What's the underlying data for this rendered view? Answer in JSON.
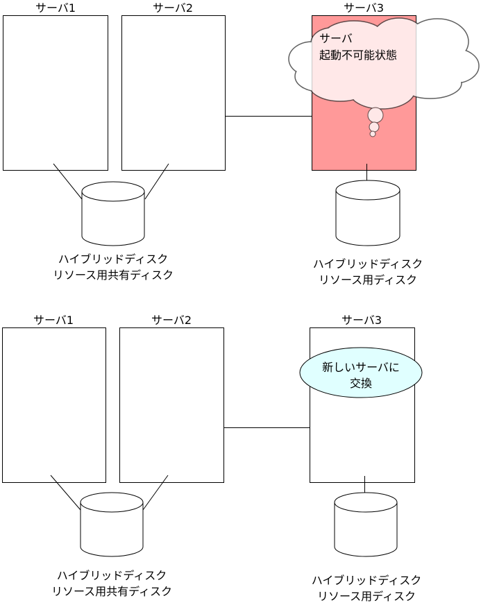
{
  "top": {
    "server1_label": "サーバ1",
    "server2_label": "サーバ2",
    "server3_label": "サーバ3",
    "callout_line1": "サーバ",
    "callout_line2": "起動不可能状態",
    "shared_disk_line1": "ハイブリッドディスク",
    "shared_disk_line2": "リソース用共有ディスク",
    "disk3_line1": "ハイブリッドディスク",
    "disk3_line2": "リソース用ディスク"
  },
  "bottom": {
    "server1_label": "サーバ1",
    "server2_label": "サーバ2",
    "server3_label": "サーバ3",
    "callout_line1": "新しいサーバに",
    "callout_line2": "交換",
    "shared_disk_line1": "ハイブリッドディスク",
    "shared_disk_line2": "リソース用共有ディスク",
    "disk3_line1": "ハイブリッドディスク",
    "disk3_line2": "リソース用ディスク"
  },
  "colors": {
    "failed_server": "#ff9999",
    "cloud": "#ffffff",
    "replace_callout": "#e0ffff"
  }
}
